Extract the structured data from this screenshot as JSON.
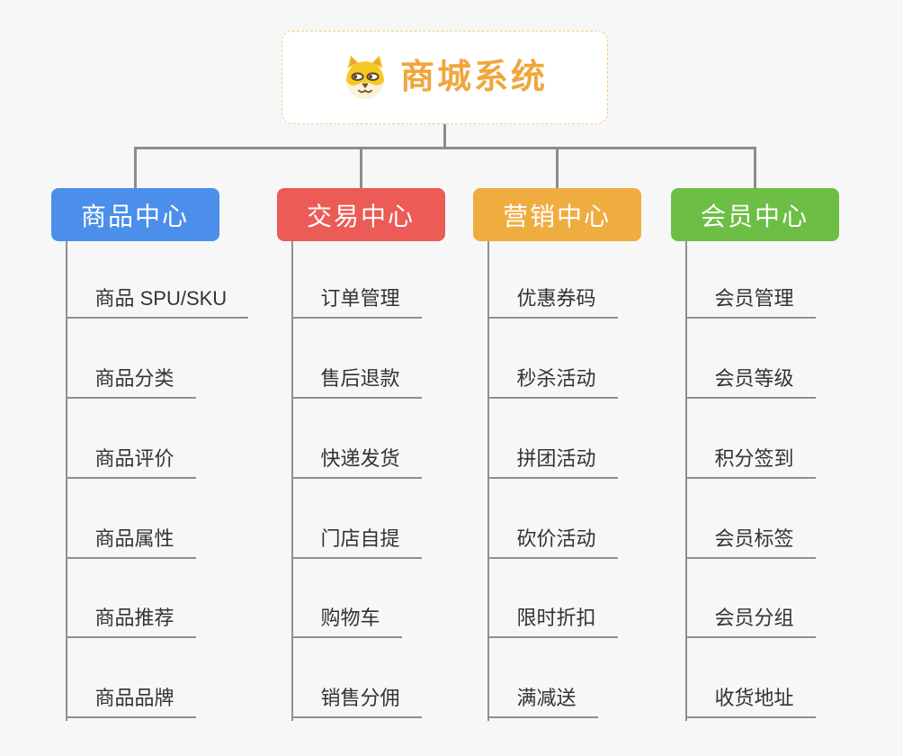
{
  "app": {
    "background_color": "#F7F7F8",
    "connector_color": "#8C8C8C",
    "branch_line_color": "#8F8F8F",
    "leaf_text_color": "#333333"
  },
  "root": {
    "title": "商城系统",
    "icon": "shiba-dog-icon",
    "accent_color": "#F0A63C",
    "border_color": "#F5C98A"
  },
  "branches": [
    {
      "label": "商品中心",
      "color": "#4B8FEA",
      "children": [
        "商品 SPU/SKU",
        "商品分类",
        "商品评价",
        "商品属性",
        "商品推荐",
        "商品品牌"
      ]
    },
    {
      "label": "交易中心",
      "color": "#EC5B56",
      "children": [
        "订单管理",
        "售后退款",
        "快递发货",
        "门店自提",
        "购物车",
        "销售分佣"
      ]
    },
    {
      "label": "营销中心",
      "color": "#EFAD40",
      "children": [
        "优惠券码",
        "秒杀活动",
        "拼团活动",
        "砍价活动",
        "限时折扣",
        "满减送"
      ]
    },
    {
      "label": "会员中心",
      "color": "#6DBE45",
      "children": [
        "会员管理",
        "会员等级",
        "积分签到",
        "会员标签",
        "会员分组",
        "收货地址"
      ]
    }
  ]
}
